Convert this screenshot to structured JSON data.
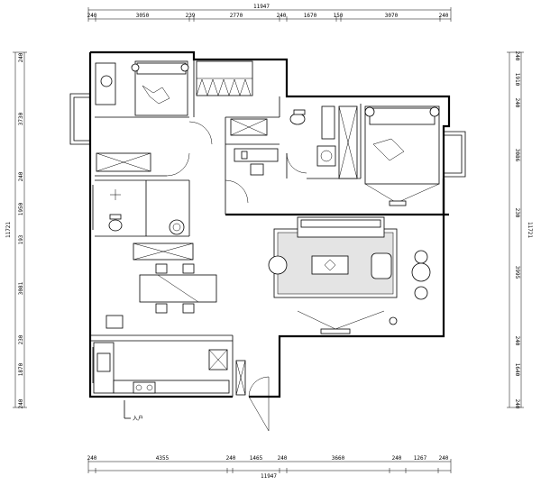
{
  "dimensions": {
    "top_total": "11947",
    "top_segments": [
      "240",
      "3050",
      "239",
      "2770",
      "240",
      "1670",
      "150",
      "3070",
      "240"
    ],
    "bottom_total": "11947",
    "bottom_segments": [
      "240",
      "4355",
      "240",
      "1465",
      "240",
      "3660",
      "240",
      "1267",
      "240"
    ],
    "left_total": "11721",
    "left_segments": [
      "240",
      "3730",
      "240",
      "1950",
      "193",
      "3081",
      "230",
      "1870",
      "240"
    ],
    "right_total": "11721",
    "right_segments": [
      "240",
      "1910",
      "240",
      "3086",
      "230",
      "3995",
      "240",
      "1640",
      "240"
    ]
  },
  "labels": {
    "entrance": "入户"
  }
}
